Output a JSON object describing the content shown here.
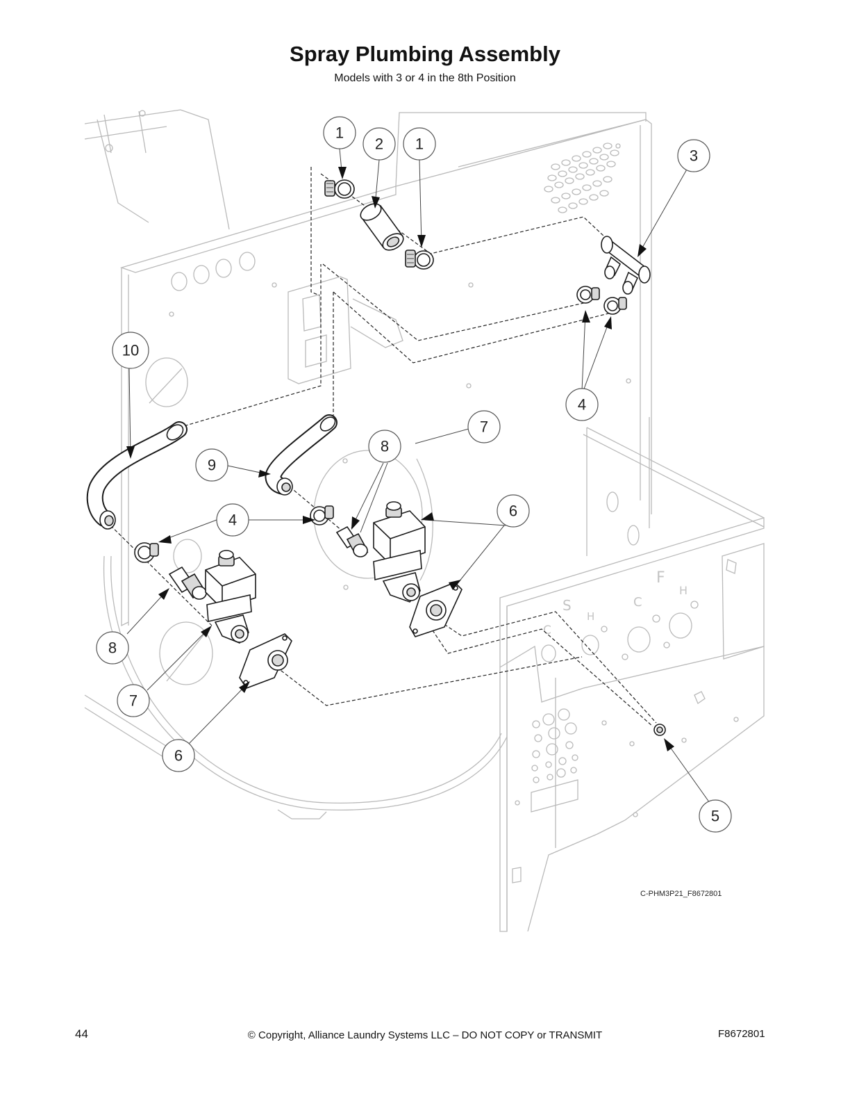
{
  "header": {
    "title": "Spray Plumbing Assembly",
    "subtitle": "Models with 3 or 4 in the 8th Position"
  },
  "callouts": [
    {
      "id": "c1a",
      "label": "1"
    },
    {
      "id": "c2",
      "label": "2"
    },
    {
      "id": "c1b",
      "label": "1"
    },
    {
      "id": "c3",
      "label": "3"
    },
    {
      "id": "c10",
      "label": "10"
    },
    {
      "id": "c4a",
      "label": "4"
    },
    {
      "id": "c7a",
      "label": "7"
    },
    {
      "id": "c8a",
      "label": "8"
    },
    {
      "id": "c9",
      "label": "9"
    },
    {
      "id": "c4b",
      "label": "4"
    },
    {
      "id": "c6a",
      "label": "6"
    },
    {
      "id": "c8b",
      "label": "8"
    },
    {
      "id": "c7b",
      "label": "7"
    },
    {
      "id": "c6b",
      "label": "6"
    },
    {
      "id": "c5",
      "label": "5"
    }
  ],
  "panel_letters": [
    "F",
    "H",
    "C",
    "S",
    "H",
    "C"
  ],
  "drawing_id": "C-PHM3P21_F8672801",
  "footer": {
    "page_number": "44",
    "copyright": "© Copyright, Alliance Laundry Systems LLC – DO NOT COPY or TRANSMIT",
    "doc_number": "F8672801"
  }
}
